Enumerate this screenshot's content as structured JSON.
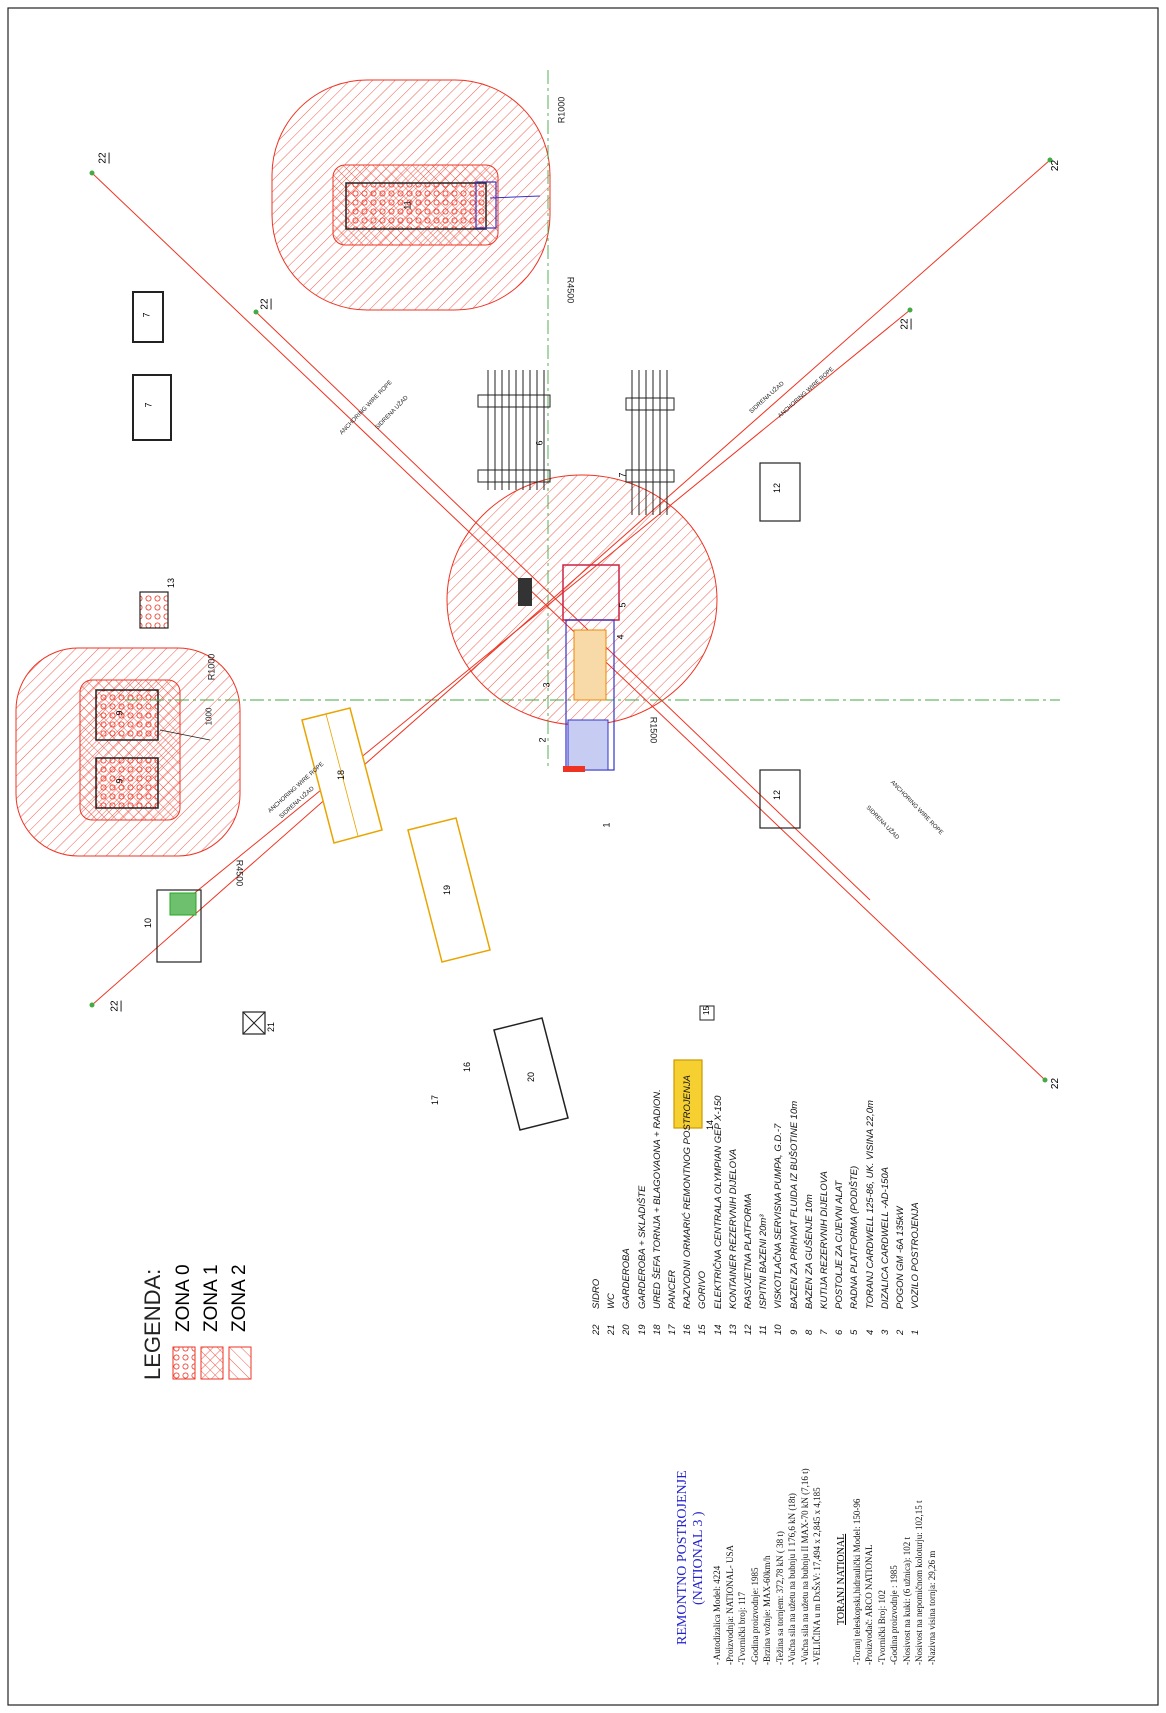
{
  "legend": {
    "title": "LEGENDA:",
    "items": [
      {
        "label": "ZONA 0",
        "pattern": "dots"
      },
      {
        "label": "ZONA 1",
        "pattern": "crosshatch"
      },
      {
        "label": "ZONA 2",
        "pattern": "hatch"
      }
    ]
  },
  "zones": {
    "radius_labels": [
      "R1000",
      "R4500",
      "R1000",
      "R4500",
      "R1500"
    ],
    "dimension_label": "1000"
  },
  "anchor_lines": {
    "labels": [
      "ANCHORING WIRE ROPE",
      "SIDRENA UŽAD",
      "ANCHORING WIRE ROPE",
      "SIDRENA UŽAD",
      "ANCHORING WIRE ROPE",
      "SIDRENA UŽAD",
      "ANCHORING WIRE ROPE",
      "SIDRENA UŽAD"
    ]
  },
  "markers": {
    "anchors": [
      "22",
      "22",
      "22",
      "22",
      "22",
      "22"
    ],
    "items": [
      "1",
      "2",
      "3",
      "4",
      "5",
      "6",
      "7",
      "7",
      "7",
      "9",
      "9",
      "10",
      "11",
      "12",
      "12",
      "13",
      "14",
      "15",
      "16",
      "17",
      "18",
      "19",
      "20",
      "21"
    ]
  },
  "title_block": {
    "title": "REMONTNO POSTROJENJE",
    "subtitle": "(NATIONAL 3 )",
    "specs": [
      "- Autodizalica Model:  4224",
      "-Proizvodnja:  NATIONAL-  USA",
      "-Tvornički broj:   117",
      "-Godina proizvodnje: 1985",
      "-Brzina vožnje:  MAX-60km/h",
      "-Težina sa tornjem:   372,78 kN  ( 38 t)",
      "-Vučna sila na užetu  na bubnju I  176,6  kN (18t)",
      "-Vučna sila na užetu na bubnju II    MAX-70 kN (7,16 t)",
      "-VELIČINA u m DxŠxV: 17,494 x 2,845 x 4,185"
    ],
    "tower_title": "TORANJ  NATIONAL",
    "tower_specs": [
      "-Toranj teleskopski,hidraulički Model:   150-96",
      "-Proizvođač:  ARCO NATIONAL",
      "-Tvornički  Broj:  102",
      "-Godina proizvodnje :  1985",
      "-Nosivost na kuki:  (6 užnica):  102 t",
      "-Nosivost na nepomičnom koloturju:  102,15 t",
      "-Nazivna visina tornja:  29,26 m"
    ]
  },
  "parts_list": [
    {
      "num": "22",
      "label": "SIDRO"
    },
    {
      "num": "21",
      "label": "WC"
    },
    {
      "num": "20",
      "label": "GARDEROBA"
    },
    {
      "num": "19",
      "label": "GARDEROBA  +  SKLADIŠTE"
    },
    {
      "num": "18",
      "label": "URED  ŠEFA  TORNJA  +  BLAGOVAONA  +  RADION."
    },
    {
      "num": "17",
      "label": "PANCER"
    },
    {
      "num": "16",
      "label": "RAZVODNI  ORMARIĆ  REMONTNOG  POSTROJENJA"
    },
    {
      "num": "15",
      "label": "GORIVO"
    },
    {
      "num": "14",
      "label": "ELEKTRIČNA  CENTRALA  OLYMPIAN  GEP  X-150"
    },
    {
      "num": "13",
      "label": "KONTAINER  REZERVNIH  DIJELOVA"
    },
    {
      "num": "12",
      "label": "RASVJETNA  PLATFORMA"
    },
    {
      "num": "11",
      "label": "ISPITNI  BAZENI  20m³"
    },
    {
      "num": "10",
      "label": "VISKOTLAČNA  SERVISNA  PUMPA,  G.D.-7"
    },
    {
      "num": "9",
      "label": "BAZEN  ZA  PRIHVAT  FLUIDA  IZ  BUŠOTINE  10m"
    },
    {
      "num": "8",
      "label": "BAZEN  ZA  GUŠENJE  10m"
    },
    {
      "num": "7",
      "label": "KUTIJA  REZERVNIH  DIJELOVA"
    },
    {
      "num": "6",
      "label": "POSTOLJE  ZA  CIJEVNI  ALAT"
    },
    {
      "num": "5",
      "label": "RADNA  PLATFORMA  (PODIŠTE)"
    },
    {
      "num": "4",
      "label": "TORANJ  CARDWELL  125-86,  UK.  VISINA  22,0m"
    },
    {
      "num": "3",
      "label": "DIZALICA  CARDWELL -AD-150A"
    },
    {
      "num": "2",
      "label": "POGON  GM  -6A   135kW"
    },
    {
      "num": "1",
      "label": "VOZILO  POSTROJENJA"
    }
  ]
}
